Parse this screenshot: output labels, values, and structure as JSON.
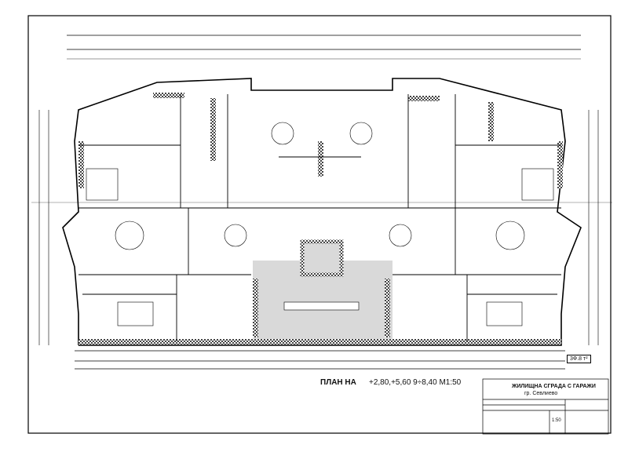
{
  "drawing": {
    "plan_title": "ПЛАН НА",
    "levels_scale": "+2,80,+5,60 9÷8,40 М1:50",
    "area_label": "3Ф.8 т²",
    "title_block": {
      "project": "ЖИЛИЩНА СГРАДА С ГАРАЖИ",
      "city": "гр. Севлиево",
      "scale": "1:50"
    },
    "colors": {
      "line": "#000000",
      "stair_fill": "#d9d9d9",
      "hatch": "#555555"
    }
  }
}
